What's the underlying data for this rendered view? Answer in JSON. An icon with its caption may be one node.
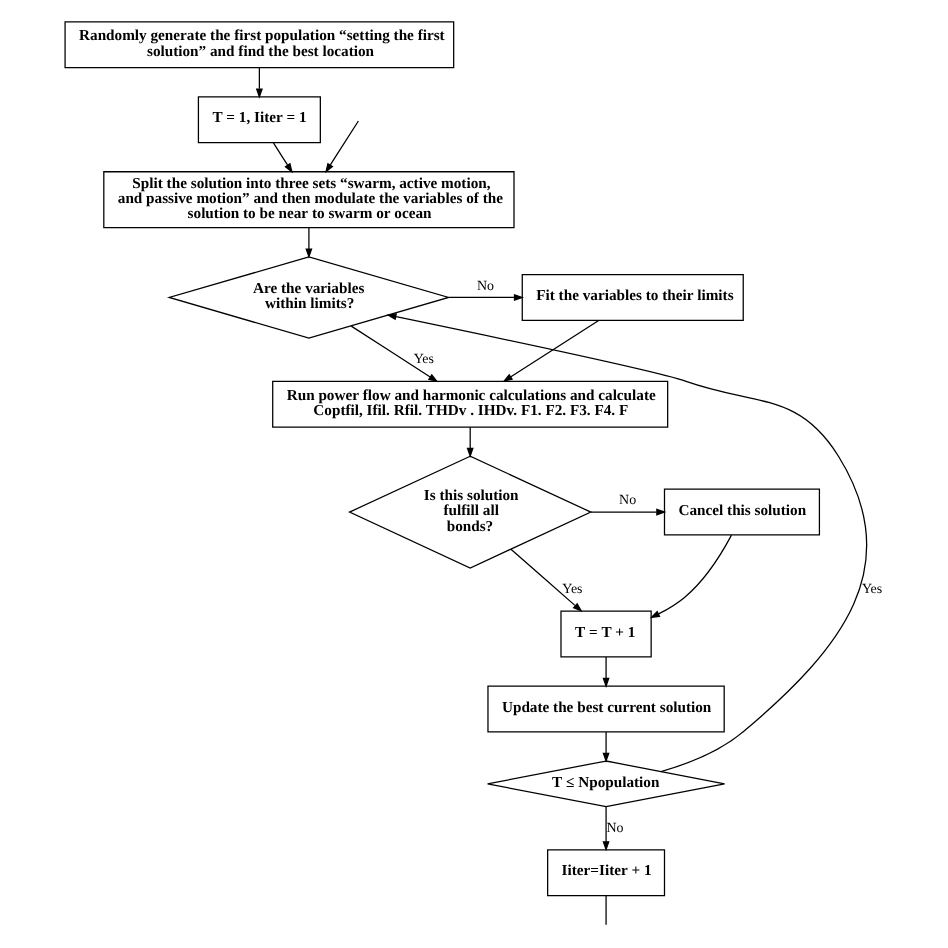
{
  "diagram": {
    "nodes": [
      {
        "text": [
          "Randomly generate the first population “setting the first solution” and find the best location"
        ]
      },
      {
        "text": [
          "T = 1, Iiter = 1"
        ]
      },
      {
        "text": [
          "Split the solution into three sets “swarm, active motion, and passive motion” and then modulate the variables of the solution to be near to swarm or ocean"
        ]
      },
      {
        "text": [
          "Are the variables within limits?"
        ]
      },
      {
        "text": [
          "Fit the variables to their limits"
        ]
      },
      {
        "text": [
          "Run power flow and harmonic calculations and calculate Coptfil, Ifil. Rfil. THDv . IHDv. F1. F2. F3. F4. F"
        ]
      },
      {
        "text": [
          "Is this solution fulfill all bonds?"
        ]
      },
      {
        "text": [
          "Cancel this solution"
        ]
      },
      {
        "text": [
          "T = T + 1"
        ]
      },
      {
        "text": [
          "Update the best current solution"
        ]
      },
      {
        "text": [
          "T ≤ Npopulation"
        ]
      },
      {
        "text": [
          "Iiter=Iiter + 1"
        ]
      }
    ],
    "edges": [
      {
        "from": 0,
        "to": 1,
        "arrow": "to"
      },
      {
        "from": 1,
        "to": 2,
        "arrow": "to"
      },
      {
        "from": 2,
        "to": 3,
        "arrow": "to"
      },
      {
        "from": 3,
        "to": 4,
        "arrow": "to",
        "label": "No"
      },
      {
        "from": 3,
        "to": 5,
        "arrow": "to",
        "label": "Yes"
      },
      {
        "from": 4,
        "to": 5,
        "arrow": "to"
      },
      {
        "from": 5,
        "to": 6,
        "arrow": "to"
      },
      {
        "from": 6,
        "to": 7,
        "arrow": "to",
        "label": "No"
      },
      {
        "from": 6,
        "to": 8,
        "arrow": "to",
        "label": "Yes"
      },
      {
        "from": 7,
        "to": 8,
        "arrow": "to"
      },
      {
        "from": 8,
        "to": 9,
        "arrow": "to"
      },
      {
        "from": 9,
        "to": 10,
        "arrow": "to"
      },
      {
        "from": 10,
        "to": 3,
        "arrow": "to",
        "label": "Yes"
      },
      {
        "from": 10,
        "to": 11,
        "arrow": "to",
        "label": "No"
      },
      {
        "from": 11,
        "to": null,
        "arrow": "none"
      },
      {
        "from": null,
        "to": 2,
        "arrow": "to"
      }
    ]
  }
}
